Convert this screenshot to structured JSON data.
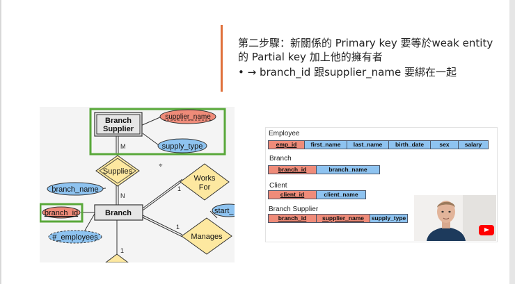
{
  "slide": {
    "heading": "第二步驟：新關係的 Primary key 要等於weak entity 的 Partial key 加上他的擁有者",
    "bullet_marker": "•",
    "bullet_text": "→ branch_id 跟supplier_name 要綁在一起"
  },
  "er_diagram": {
    "weak_entity": "Branch\nSupplier",
    "weak_entity_line1": "Branch",
    "weak_entity_line2": "Supplier",
    "partial_key": "supplier_name",
    "supply_type": "supply_type",
    "supplies": "Supplies",
    "card_m": "M",
    "card_n": "N",
    "branch": "Branch",
    "branch_name": "branch_name",
    "branch_id": "branch_id",
    "employees": "#_employees",
    "works_for_line1": "Works",
    "works_for_line2": "For",
    "manages": "Manages",
    "start_attr": "start_",
    "card_one_a": "1",
    "card_one_b": "1",
    "card_one_c": "1",
    "pointer_glyph": "⌖",
    "colors": {
      "key_attr": "#ef8b79",
      "attr": "#8ec3f0",
      "relationship": "#fde8a0",
      "entity": "#e6e6e6",
      "highlight": "#59a83a"
    }
  },
  "relational_tables": [
    {
      "name": "Employee",
      "columns": [
        {
          "label": "emp_id",
          "key": true
        },
        {
          "label": "first_name",
          "key": false
        },
        {
          "label": "last_name",
          "key": false
        },
        {
          "label": "birth_date",
          "key": false
        },
        {
          "label": "sex",
          "key": false
        },
        {
          "label": "salary",
          "key": false
        }
      ]
    },
    {
      "name": "Branch",
      "columns": [
        {
          "label": "branch_id",
          "key": true
        },
        {
          "label": "branch_name",
          "key": false
        }
      ]
    },
    {
      "name": "Client",
      "columns": [
        {
          "label": "client_id",
          "key": true
        },
        {
          "label": "client_name",
          "key": false
        }
      ]
    },
    {
      "name": "Branch Supplier",
      "columns": [
        {
          "label": "branch_id",
          "key": true
        },
        {
          "label": "supplier_name",
          "key": true
        },
        {
          "label": "supply_type",
          "key": false
        }
      ]
    }
  ],
  "video": {
    "youtube_icon": "youtube-icon"
  }
}
